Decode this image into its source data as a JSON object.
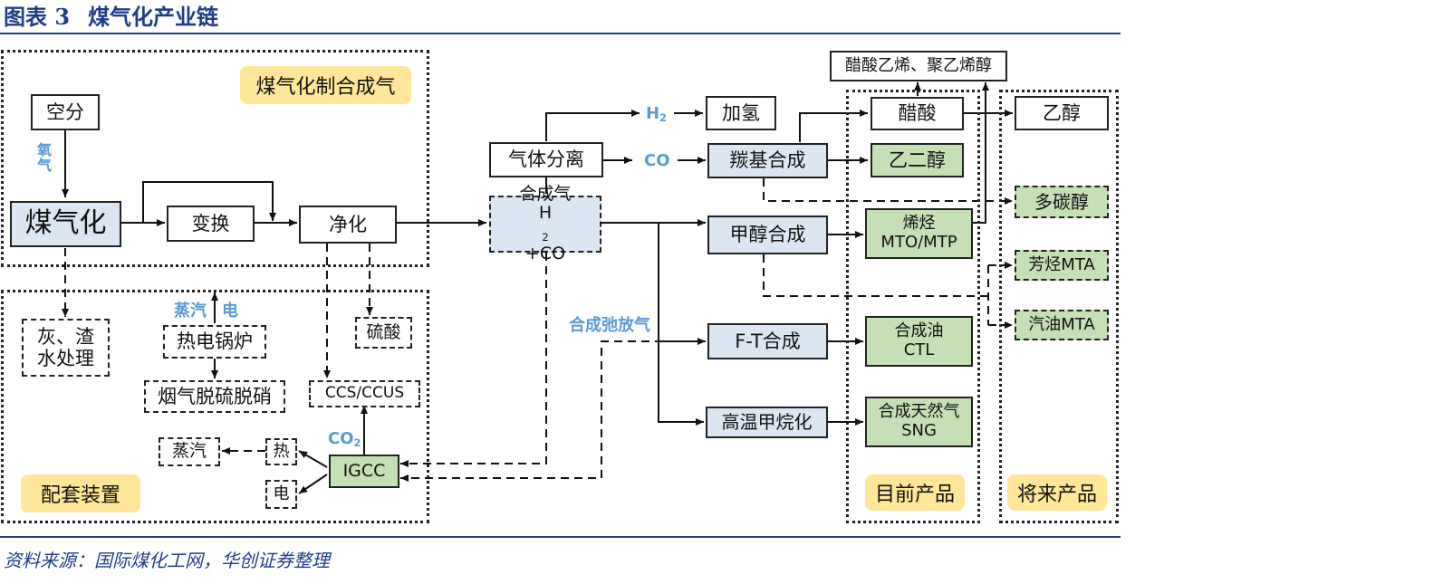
{
  "heading": {
    "number": "图表 3",
    "title": "煤气化产业链"
  },
  "source": "资料来源：国际煤化工网，华创证券整理",
  "region_labels": {
    "syngas": "煤气化制合成气",
    "supporting": "配套装置",
    "current": "目前产品",
    "future": "将来产品"
  },
  "nodes": {
    "air_separation": "空分",
    "gasification": "煤气化",
    "shift": "变换",
    "purification": "净化",
    "ash": {
      "line1": "灰、渣",
      "line2": "水处理"
    },
    "thermal_boiler": "热电锅炉",
    "flue_gas": "烟气脱硫脱硝",
    "sulfuric_acid": "硫酸",
    "ccs": "CCS/CCUS",
    "steam": "蒸汽",
    "heat": "热",
    "electricity": "电",
    "igcc": "IGCC",
    "gas_separation": "气体分离",
    "syngas": {
      "line1": "合成气",
      "line2": "H",
      "sub": "2",
      "line2_rest": "+CO"
    },
    "hydrogenation": "加氢",
    "carbonylation": "羰基合成",
    "methanol_synthesis": "甲醇合成",
    "ft_synthesis": "F-T合成",
    "methanation": "高温甲烷化",
    "pva": "醋酸乙烯、聚乙烯醇",
    "acetic_acid": "醋酸",
    "ethylene_glycol": "乙二醇",
    "olefins": {
      "line1": "烯烃",
      "line2": "MTO/MTP"
    },
    "synthetic_oil": {
      "line1": "合成油",
      "line2": "CTL"
    },
    "sng": {
      "line1": "合成天然气",
      "line2": "SNG"
    },
    "ethanol": "乙醇",
    "polyols": "多碳醇",
    "aromatics": "芳烃MTA",
    "gasoline": "汽油MTA"
  },
  "flow_labels": {
    "oxygen": "氧气",
    "steam_label": "蒸汽",
    "electricity_label": "电",
    "h2_main": "H",
    "h2_sub": "2",
    "co": "CO",
    "co2_main": "CO",
    "co2_sub": "2",
    "purge_gas": "合成弛放气"
  },
  "colors": {
    "accent_blue": "#1f3d8a",
    "flow_label_blue": "#5b9bd5",
    "process_fill": "#dce6f2",
    "product_fill": "#c5e0b4",
    "tag_fill": "#ffe699"
  }
}
